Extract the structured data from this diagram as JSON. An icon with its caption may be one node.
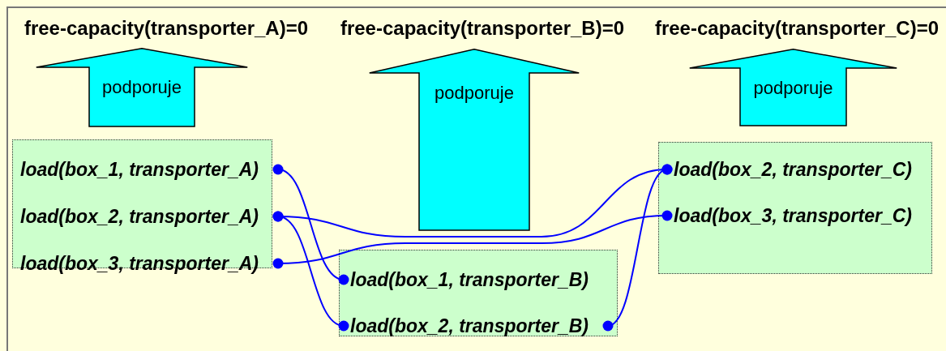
{
  "diagram": {
    "nodes": [
      {
        "text": [
          "free-capacity(transporter_A)=0"
        ]
      },
      {
        "text": [
          "podporuje"
        ]
      },
      {
        "text": [
          "free-capacity(transporter_B)=0"
        ]
      },
      {
        "text": [
          "podporuje"
        ]
      },
      {
        "text": [
          "free-capacity(transporter_C)=0"
        ]
      },
      {
        "text": [
          "podporuje"
        ]
      },
      {
        "text": [],
        "shape": "box"
      },
      {
        "text": [
          "load(box_1, transporter_A)"
        ],
        "in": 6
      },
      {
        "text": [
          "load(box_2, transporter_A)"
        ],
        "in": 6
      },
      {
        "text": [
          "load(box_3, transporter_A)"
        ],
        "in": 6
      },
      {
        "text": [],
        "shape": "box"
      },
      {
        "text": [
          "load(box_1, transporter_B)"
        ],
        "in": 10
      },
      {
        "text": [
          "load(box_2, transporter_B)"
        ],
        "in": 10
      },
      {
        "text": [],
        "shape": "box"
      },
      {
        "text": [
          "load(box_2, transporter_C)"
        ],
        "in": 13
      },
      {
        "text": [
          "load(box_3, transporter_C)"
        ],
        "in": 13
      }
    ],
    "edges": [
      {
        "from": 7,
        "to": 11,
        "arrow": "other"
      },
      {
        "from": 8,
        "to": 14,
        "arrow": "other"
      },
      {
        "from": 8,
        "to": 12,
        "arrow": "other"
      },
      {
        "from": 9,
        "to": 15,
        "arrow": "other"
      },
      {
        "from": 12,
        "to": 14,
        "arrow": "other"
      }
    ]
  }
}
